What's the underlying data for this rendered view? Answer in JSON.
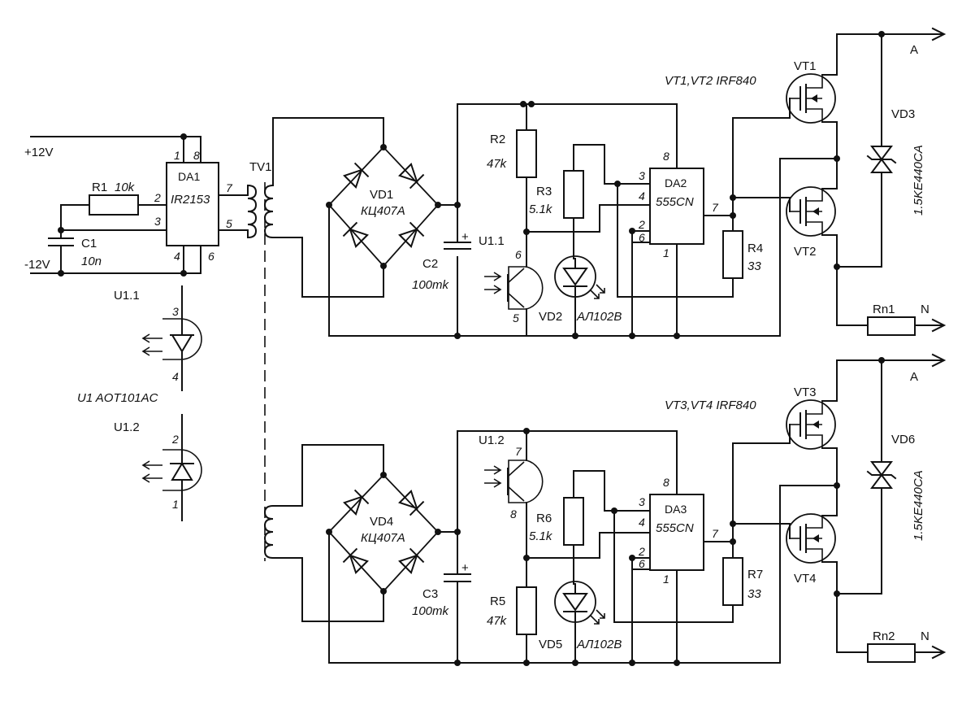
{
  "labels": {
    "vpos": "+12V",
    "vneg": "-12V",
    "r1": "R1",
    "r1v": "10k",
    "c1": "C1",
    "c1v": "10n",
    "da1": "DA1",
    "da1t": "IR2153",
    "tv1": "TV1",
    "u11": "U1.1",
    "u12": "U1.2",
    "u1": "U1 AOT101AC",
    "vd1": "VD1",
    "vd1t": "КЦ407А",
    "vd4": "VD4",
    "vd4t": "КЦ407А",
    "c2": "C2",
    "c2v": "100mk",
    "c3": "C3",
    "c3v": "100mk",
    "r2": "R2",
    "r2v": "47k",
    "r3": "R3",
    "r3v": "5.1k",
    "r5": "R5",
    "r5v": "47k",
    "r6": "R6",
    "r6v": "5.1k",
    "vd2": "VD2",
    "vd2t": "АЛ102В",
    "vd5": "VD5",
    "vd5t": "АЛ102В",
    "da2": "DA2",
    "da2t": "555CN",
    "da3": "DA3",
    "da3t": "555CN",
    "r4": "R4",
    "r4v": "33",
    "r7": "R7",
    "r7v": "33",
    "vtnote1": "VT1,VT2 IRF840",
    "vtnote2": "VT3,VT4 IRF840",
    "vt1": "VT1",
    "vt2": "VT2",
    "vt3": "VT3",
    "vt4": "VT4",
    "vd3": "VD3",
    "vd3t": "1.5KE440CA",
    "vd6": "VD6",
    "vd6t": "1.5KE440CA",
    "rn1": "Rn1",
    "rn2": "Rn2",
    "a": "A",
    "n": "N"
  },
  "pins": {
    "p1": "1",
    "p2": "2",
    "p3": "3",
    "p4": "4",
    "p5": "5",
    "p6": "6",
    "p7": "7",
    "p8": "8"
  }
}
